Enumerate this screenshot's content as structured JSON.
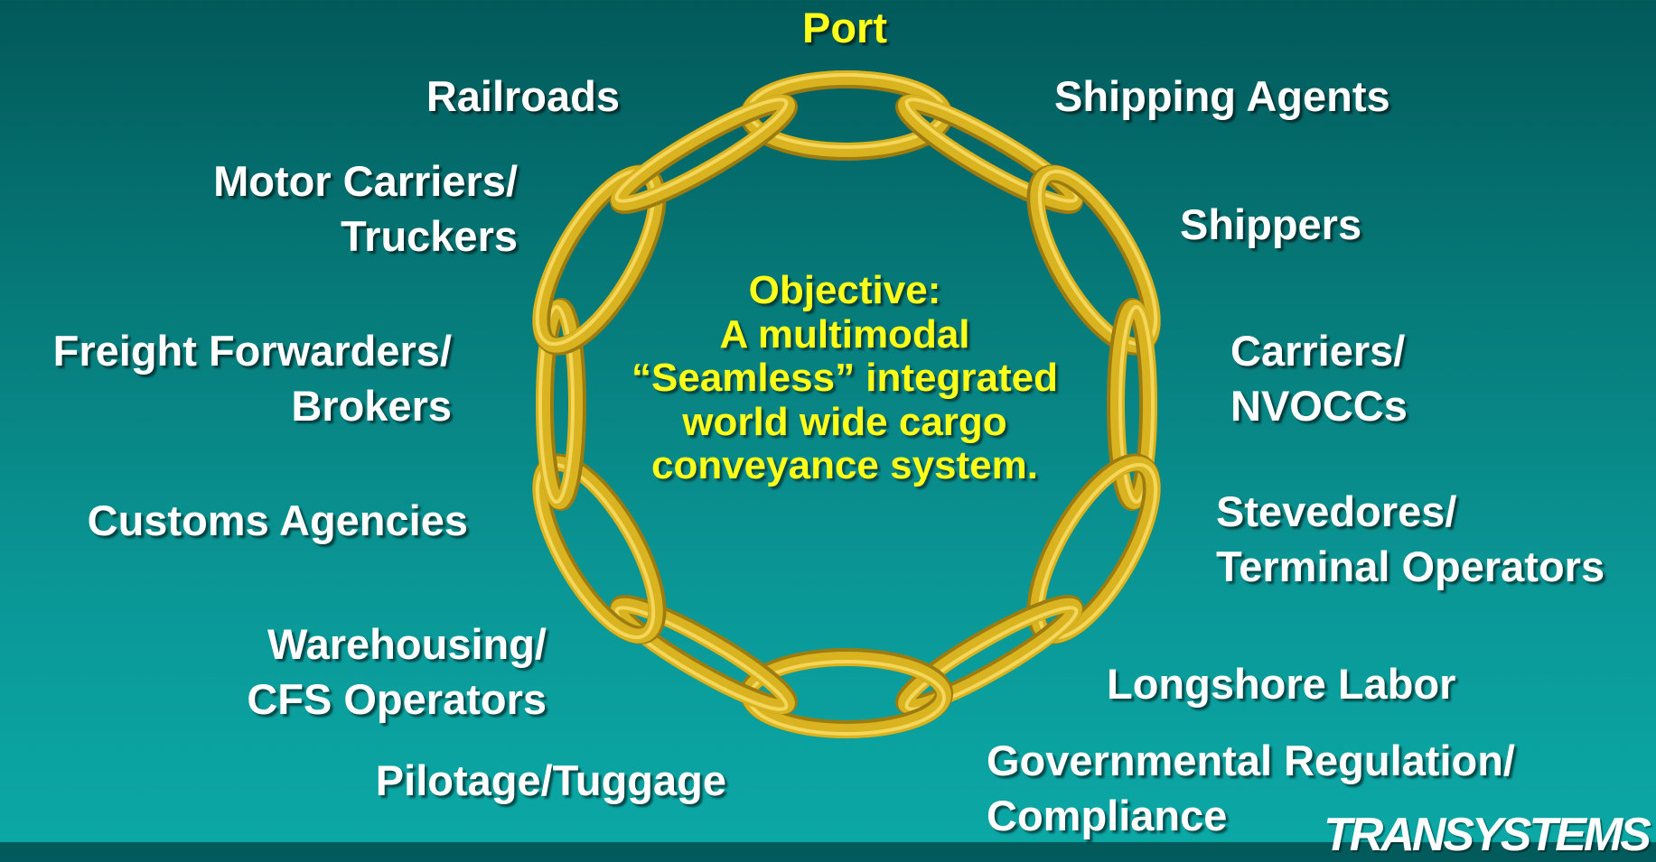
{
  "diagram": {
    "center": {
      "lines": [
        "Objective:",
        "A multimodal",
        "“Seamless” integrated",
        "world wide cargo",
        "conveyance system."
      ]
    },
    "labels": {
      "port": "Port",
      "railroads": "Railroads",
      "shipping_agents": "Shipping Agents",
      "motor_carriers": [
        "Motor Carriers/",
        "Truckers"
      ],
      "shippers": "Shippers",
      "freight_forwarders": [
        "Freight Forwarders/",
        "Brokers"
      ],
      "carriers": [
        "Carriers/",
        "NVOCCs"
      ],
      "customs": "Customs Agencies",
      "stevedores": [
        "Stevedores/",
        "Terminal Operators"
      ],
      "warehousing": [
        "Warehousing/",
        "CFS Operators"
      ],
      "longshore": "Longshore Labor",
      "pilotage": "Pilotage/Tuggage",
      "governmental": [
        "Governmental Regulation/",
        "Compliance"
      ]
    },
    "logo_text": "TRANSYSTEMS",
    "colors": {
      "chain": "#d9b320",
      "chain_highlight": "#f3d65a",
      "chain_shadow": "#9c7c10",
      "label": "#ffffff",
      "accent": "#ffff1a"
    }
  }
}
